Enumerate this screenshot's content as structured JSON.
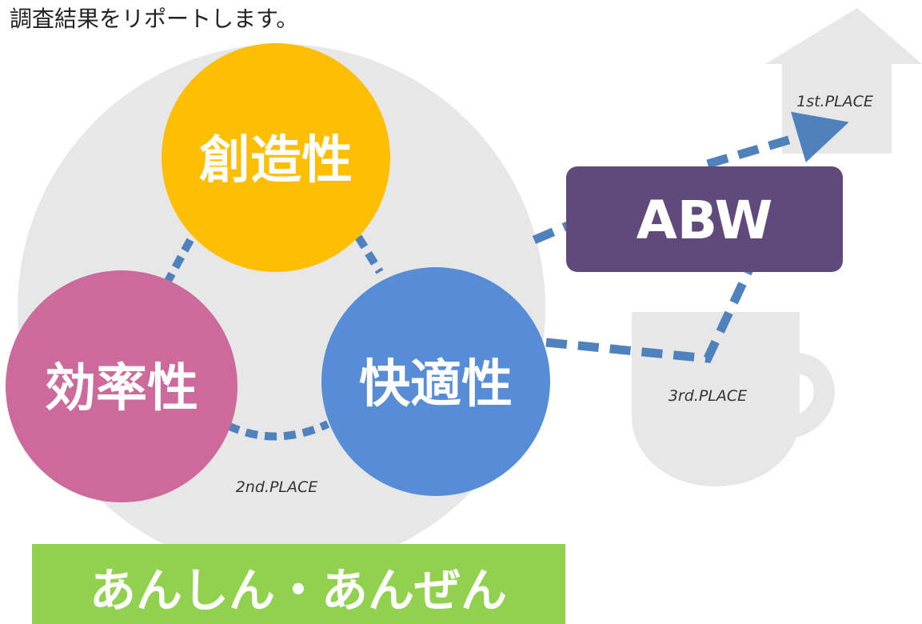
{
  "heading": "調査結果をリポートします。",
  "circles": {
    "creativity": {
      "label": "創造性",
      "color": "#FDBE04"
    },
    "efficiency": {
      "label": "効率性",
      "color": "#CB6A9B"
    },
    "comfort": {
      "label": "快適性",
      "color": "#568DD6"
    }
  },
  "places": {
    "first": "1st.PLACE",
    "second": "2nd.PLACE",
    "third": "3rd.PLACE"
  },
  "abw": {
    "label": "ABW",
    "color": "#604A7B"
  },
  "banner": {
    "label": "あんしん・あんぜん",
    "color": "#92D050"
  },
  "colors": {
    "background_circle": "#E7E7E7",
    "dashed_line": "#4F81BD",
    "icons": "#E7E7E7"
  },
  "icons": [
    "house-arrow-icon",
    "coffee-cup-icon"
  ]
}
